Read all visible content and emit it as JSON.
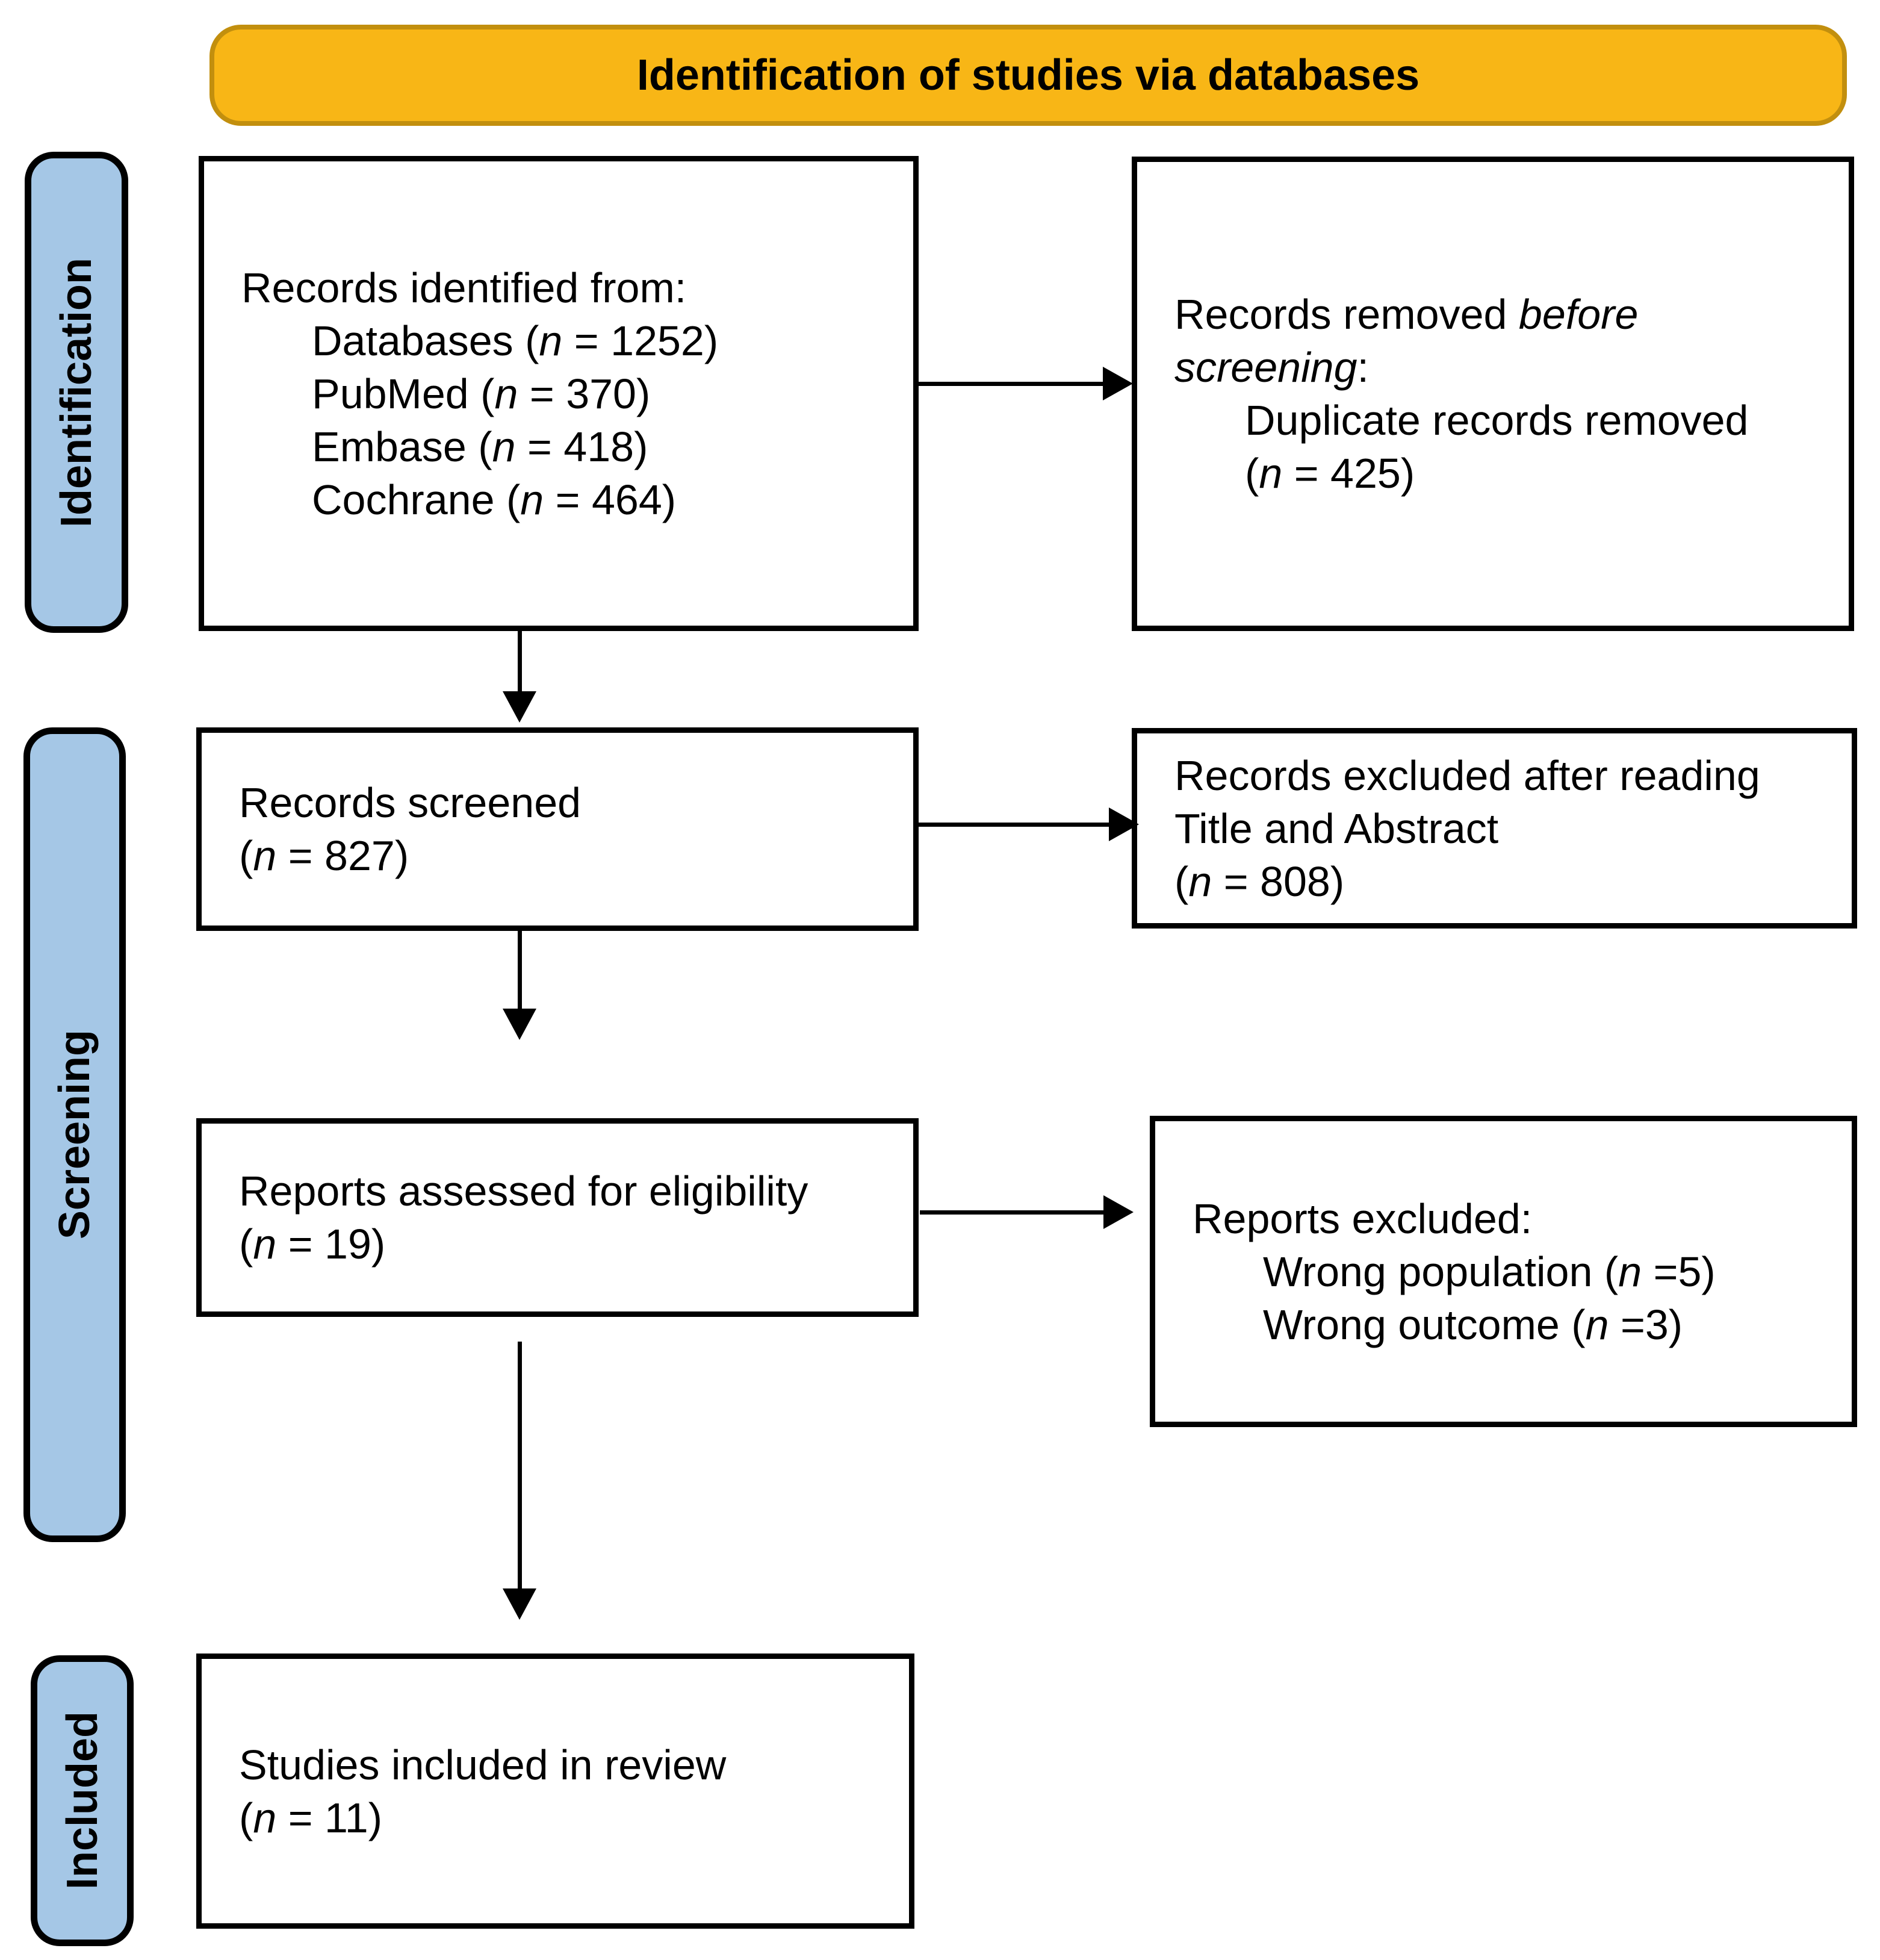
{
  "header": {
    "title": "Identification of studies via databases"
  },
  "stages": [
    {
      "label": "Identification"
    },
    {
      "label": "Screening"
    },
    {
      "label": "Included"
    }
  ],
  "boxes": [
    {
      "id": "records-identified",
      "lines": [
        {
          "text": "Records identified from:",
          "indent": false
        },
        {
          "text": "Databases (*n* = 1252)",
          "indent": true
        },
        {
          "text": "PubMed (*n* = 370)",
          "indent": true
        },
        {
          "text": "Embase (*n* = 418)",
          "indent": true
        },
        {
          "text": "Cochrane (*n* = 464)",
          "indent": true
        }
      ]
    },
    {
      "id": "records-removed",
      "lines": [
        {
          "text": "Records removed *before*",
          "indent": false
        },
        {
          "text": "*screening*:",
          "indent": false
        },
        {
          "text": "Duplicate records removed",
          "indent": true
        },
        {
          "text": "(*n* = 425)",
          "indent": true
        }
      ]
    },
    {
      "id": "records-screened",
      "lines": [
        {
          "text": "Records screened",
          "indent": false
        },
        {
          "text": "(*n* = 827)",
          "indent": false
        }
      ]
    },
    {
      "id": "records-excluded",
      "lines": [
        {
          "text": "Records excluded after reading",
          "indent": false
        },
        {
          "text": "Title and Abstract",
          "indent": false
        },
        {
          "text": "(*n* = 808)",
          "indent": false
        }
      ]
    },
    {
      "id": "reports-assessed",
      "lines": [
        {
          "text": "Reports assessed for eligibility",
          "indent": false
        },
        {
          "text": "(*n* = 19)",
          "indent": false
        }
      ]
    },
    {
      "id": "reports-excluded",
      "lines": [
        {
          "text": "Reports excluded:",
          "indent": false
        },
        {
          "text": "Wrong population (*n* =5)",
          "indent": true
        },
        {
          "text": "Wrong outcome (*n* =3)",
          "indent": true
        }
      ]
    },
    {
      "id": "studies-included",
      "lines": [
        {
          "text": "Studies included in review",
          "indent": false
        },
        {
          "text": "(*n* = 11)",
          "indent": false
        }
      ]
    }
  ],
  "colors": {
    "header_bg": "#F8B616",
    "header_border": "#C28F0E",
    "stage_bg": "#A5C7E6",
    "stage_border": "#000000",
    "box_border": "#000000",
    "arrow": "#000000"
  }
}
